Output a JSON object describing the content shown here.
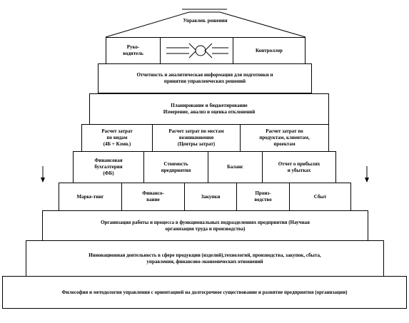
{
  "roof": {
    "label": "Управлен. решения"
  },
  "top_row": {
    "left": "Руко-\nводитель",
    "right": "Контроллер"
  },
  "level1": "Отчетность и аналитическая информация для подготовки и\nпринятия управленческих решений",
  "level2": "Планирование и бюджетирование\nИзмерение, анализ и оценка отклонений",
  "level3": [
    "Расчет затрат\nпо видам\n(4Б + Кзмн.)",
    "Расчет затрат по местам\nвозникновения\n(Центры затрат)",
    "Расчет затрат по\nпродуктам, клиентам,\nпроектам"
  ],
  "level4": [
    "Финансовая\nбухгалтерия\n(ФБ)",
    "Стоимость\nпредприятия",
    "Баланс",
    "Отчет о прибылях\nи убытках"
  ],
  "level5": [
    "Марке-тинг",
    "Финансо-\nвание",
    "Закупки",
    "Произ-\nводство",
    "Сбыт"
  ],
  "level6": "Организация работы и процесса в функциональных подразделениях предприятия (Научная\nорганизация труда и производства)",
  "level7": "Инновационная деятельность в сфере продукции (изделий),технологий, производства, закупок, сбыта,\nуправления, финансово-экономических отношений",
  "level8": "Философия и методология управления с ориентацией на долгосрочное существование и развитие предприятия (организации)"
}
